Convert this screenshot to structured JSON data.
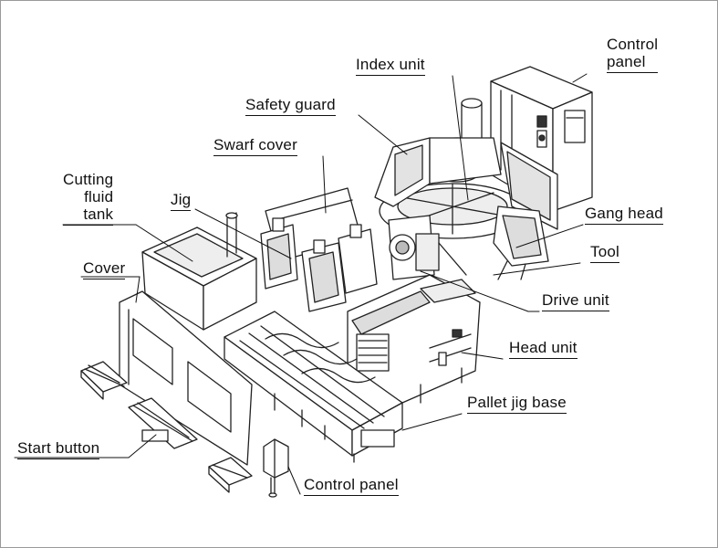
{
  "diagram": {
    "labels": {
      "control_panel_top": "Control\npanel",
      "index_unit": "Index unit",
      "safety_guard": "Safety guard",
      "swarf_cover": "Swarf cover",
      "cutting_fluid_tank": "Cutting\nfluid\ntank",
      "jig": "Jig",
      "gang_head": "Gang head",
      "tool": "Tool",
      "cover": "Cover",
      "drive_unit": "Drive unit",
      "head_unit": "Head unit",
      "pallet_jig_base": "Pallet jig base",
      "start_button": "Start button",
      "control_panel_bottom": "Control panel"
    }
  }
}
